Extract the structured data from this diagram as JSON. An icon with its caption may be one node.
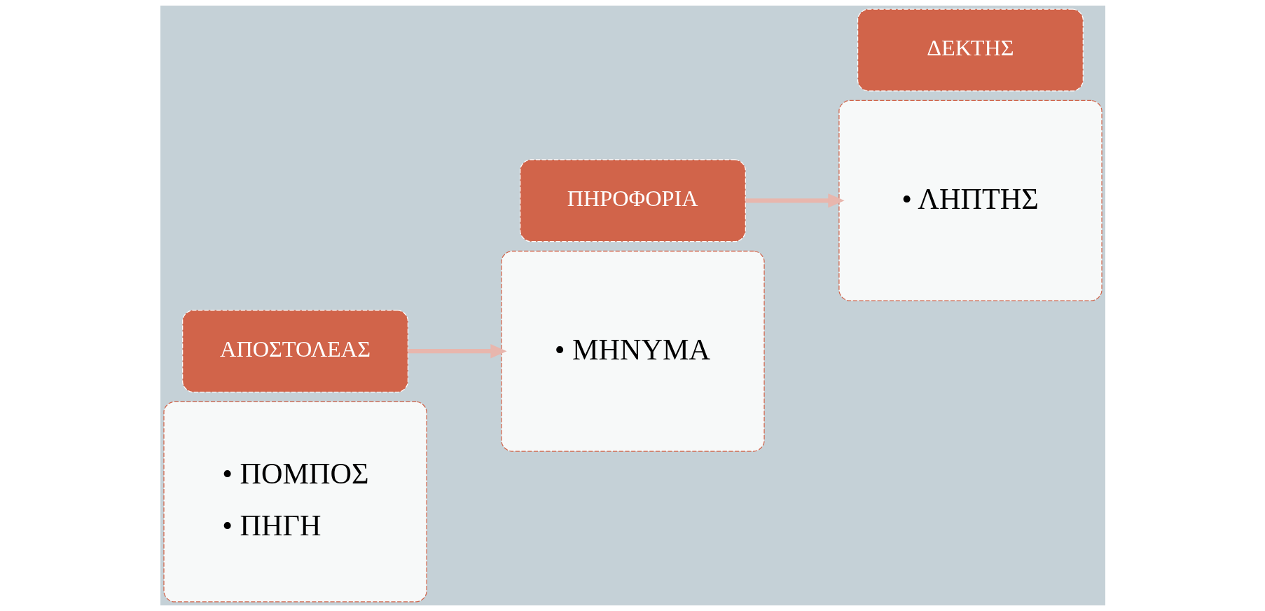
{
  "diagram": {
    "nodes": [
      {
        "text": [
          "• ΠΟΜΠΟΣ",
          "• ΠΗΓΗ"
        ]
      },
      {
        "text": [
          "ΑΠΟΣΤΟΛΕΑΣ"
        ]
      },
      {
        "text": [
          "• ΜΗΝΥΜΑ"
        ]
      },
      {
        "text": [
          "ΠΗΡΟΦΟΡΙΑ"
        ]
      },
      {
        "text": [
          "• ΛΗΠΤΗΣ"
        ]
      },
      {
        "text": [
          "ΔΕΚΤΗΣ"
        ]
      }
    ],
    "edges": [
      {
        "from": 1,
        "to": 2,
        "arrow": "to"
      },
      {
        "from": 3,
        "to": 4,
        "arrow": "to"
      }
    ]
  }
}
